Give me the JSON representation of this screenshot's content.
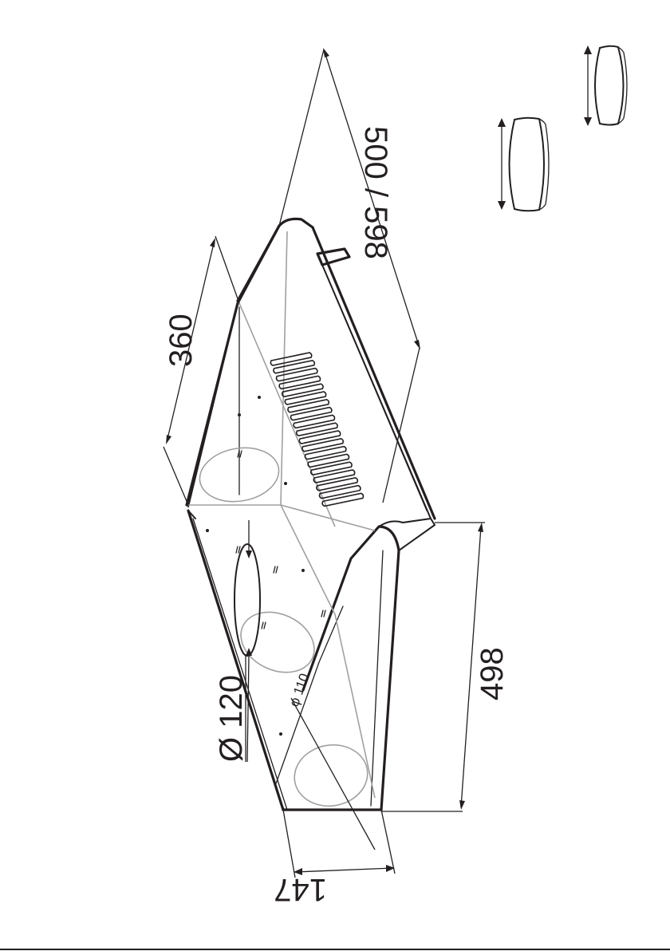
{
  "dimensions": {
    "depth": "360",
    "width": "500 / 598",
    "length": "498",
    "height": "147",
    "duct_diameter": "Ø 120",
    "collar_diameter": "φ 110"
  },
  "colors": {
    "line": "#231f20",
    "hidden_line": "#a0a0a0",
    "background": "#ffffff"
  }
}
